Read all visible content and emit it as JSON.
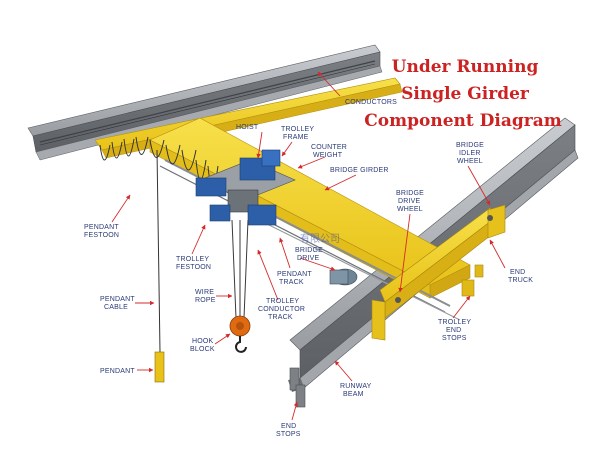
{
  "title": {
    "line1": "Under Running",
    "line2": "Single Girder",
    "line3": "Component Diagram"
  },
  "labels": {
    "conductors": "CONDUCTORS",
    "hoist": "HOIST",
    "trolley_frame_1": "TROLLEY",
    "trolley_frame_2": "FRAME",
    "counter_weight_1": "COUNTER",
    "counter_weight_2": "WEIGHT",
    "bridge_girder": "BRIDGE GIRDER",
    "bridge_idler_wheel_1": "BRIDGE",
    "bridge_idler_wheel_2": "IDLER",
    "bridge_idler_wheel_3": "WHEEL",
    "bridge_drive_wheel_1": "BRIDGE",
    "bridge_drive_wheel_2": "DRIVE",
    "bridge_drive_wheel_3": "WHEEL",
    "pendant_festoon_1": "PENDANT",
    "pendant_festoon_2": "FESTOON",
    "trolley_festoon_1": "TROLLEY",
    "trolley_festoon_2": "FESTOON",
    "bridge_drive_1": "BRIDGE",
    "bridge_drive_2": "DRIVE",
    "pendant_track_1": "PENDANT",
    "pendant_track_2": "TRACK",
    "end_truck_1": "END",
    "end_truck_2": "TRUCK",
    "pendant_cable_1": "PENDANT",
    "pendant_cable_2": "CABLE",
    "wire_rope_1": "WIRE",
    "wire_rope_2": "ROPE",
    "trolley_conductor_track_1": "TROLLEY",
    "trolley_conductor_track_2": "CONDUCTOR",
    "trolley_conductor_track_3": "TRACK",
    "hook_block_1": "HOOK",
    "hook_block_2": "BLOCK",
    "trolley_end_stops_1": "TROLLEY",
    "trolley_end_stops_2": "END",
    "trolley_end_stops_3": "STOPS",
    "pendant": "PENDANT",
    "runway_beam_1": "RUNWAY",
    "runway_beam_2": "BEAM",
    "end_stops_1": "END",
    "end_stops_2": "STOPS"
  },
  "watermark": "有限公司",
  "colors": {
    "title": "#cc2222",
    "beam_gray": "#8c9094",
    "girder_yellow": "#f2d023",
    "hoist_blue": "#2d5fa8",
    "hook_orange": "#e06a12",
    "arrow_red": "#d42a2a",
    "label_blue": "#2a3a78"
  }
}
